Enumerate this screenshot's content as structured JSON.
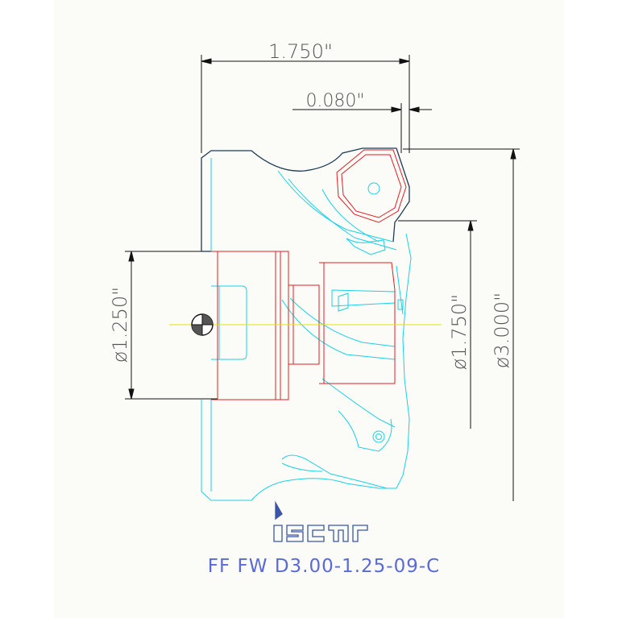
{
  "drawing": {
    "colors": {
      "background": "#ffffff",
      "sheet": "#fbfcf8",
      "dimension_line": "#111111",
      "dimension_text": "#555555",
      "outline_dark": "#1d3b55",
      "outline_cyan": "#19d0e6",
      "outline_red": "#e31b23",
      "centerline": "#e6e600",
      "logo": "#3b55a8",
      "designation": "#5a6ad6"
    },
    "dimensions": {
      "overall_length": "1.750\"",
      "insert_offset": "0.080\"",
      "bore_diameter": "ø1.250\"",
      "hub_diameter": "ø1.750\"",
      "cutting_diameter": "ø3.000\""
    },
    "logo_text": "iscar",
    "designation": "FF FW D3.00-1.25-09-C"
  }
}
